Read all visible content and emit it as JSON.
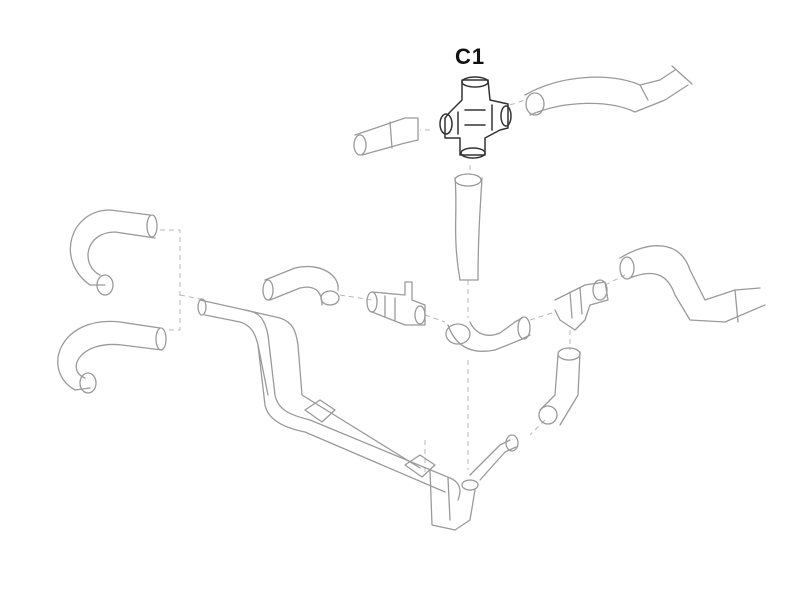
{
  "diagram": {
    "callout_label": "C1",
    "highlight_color": "#333333",
    "line_color": "#9a9a9a",
    "parts": [
      "coolant-hose-top-right",
      "four-way-connector-c1",
      "straight-hose-short",
      "hose-vertical-center",
      "curved-hose-left-upper",
      "curved-hose-left-lower",
      "hose-elbow-small",
      "tee-valve-left",
      "hose-elbow-center",
      "tee-valve-right",
      "hose-bend-right",
      "hose-elbow-lower-right",
      "hose-small-stub",
      "metal-pipe-assembly"
    ]
  }
}
